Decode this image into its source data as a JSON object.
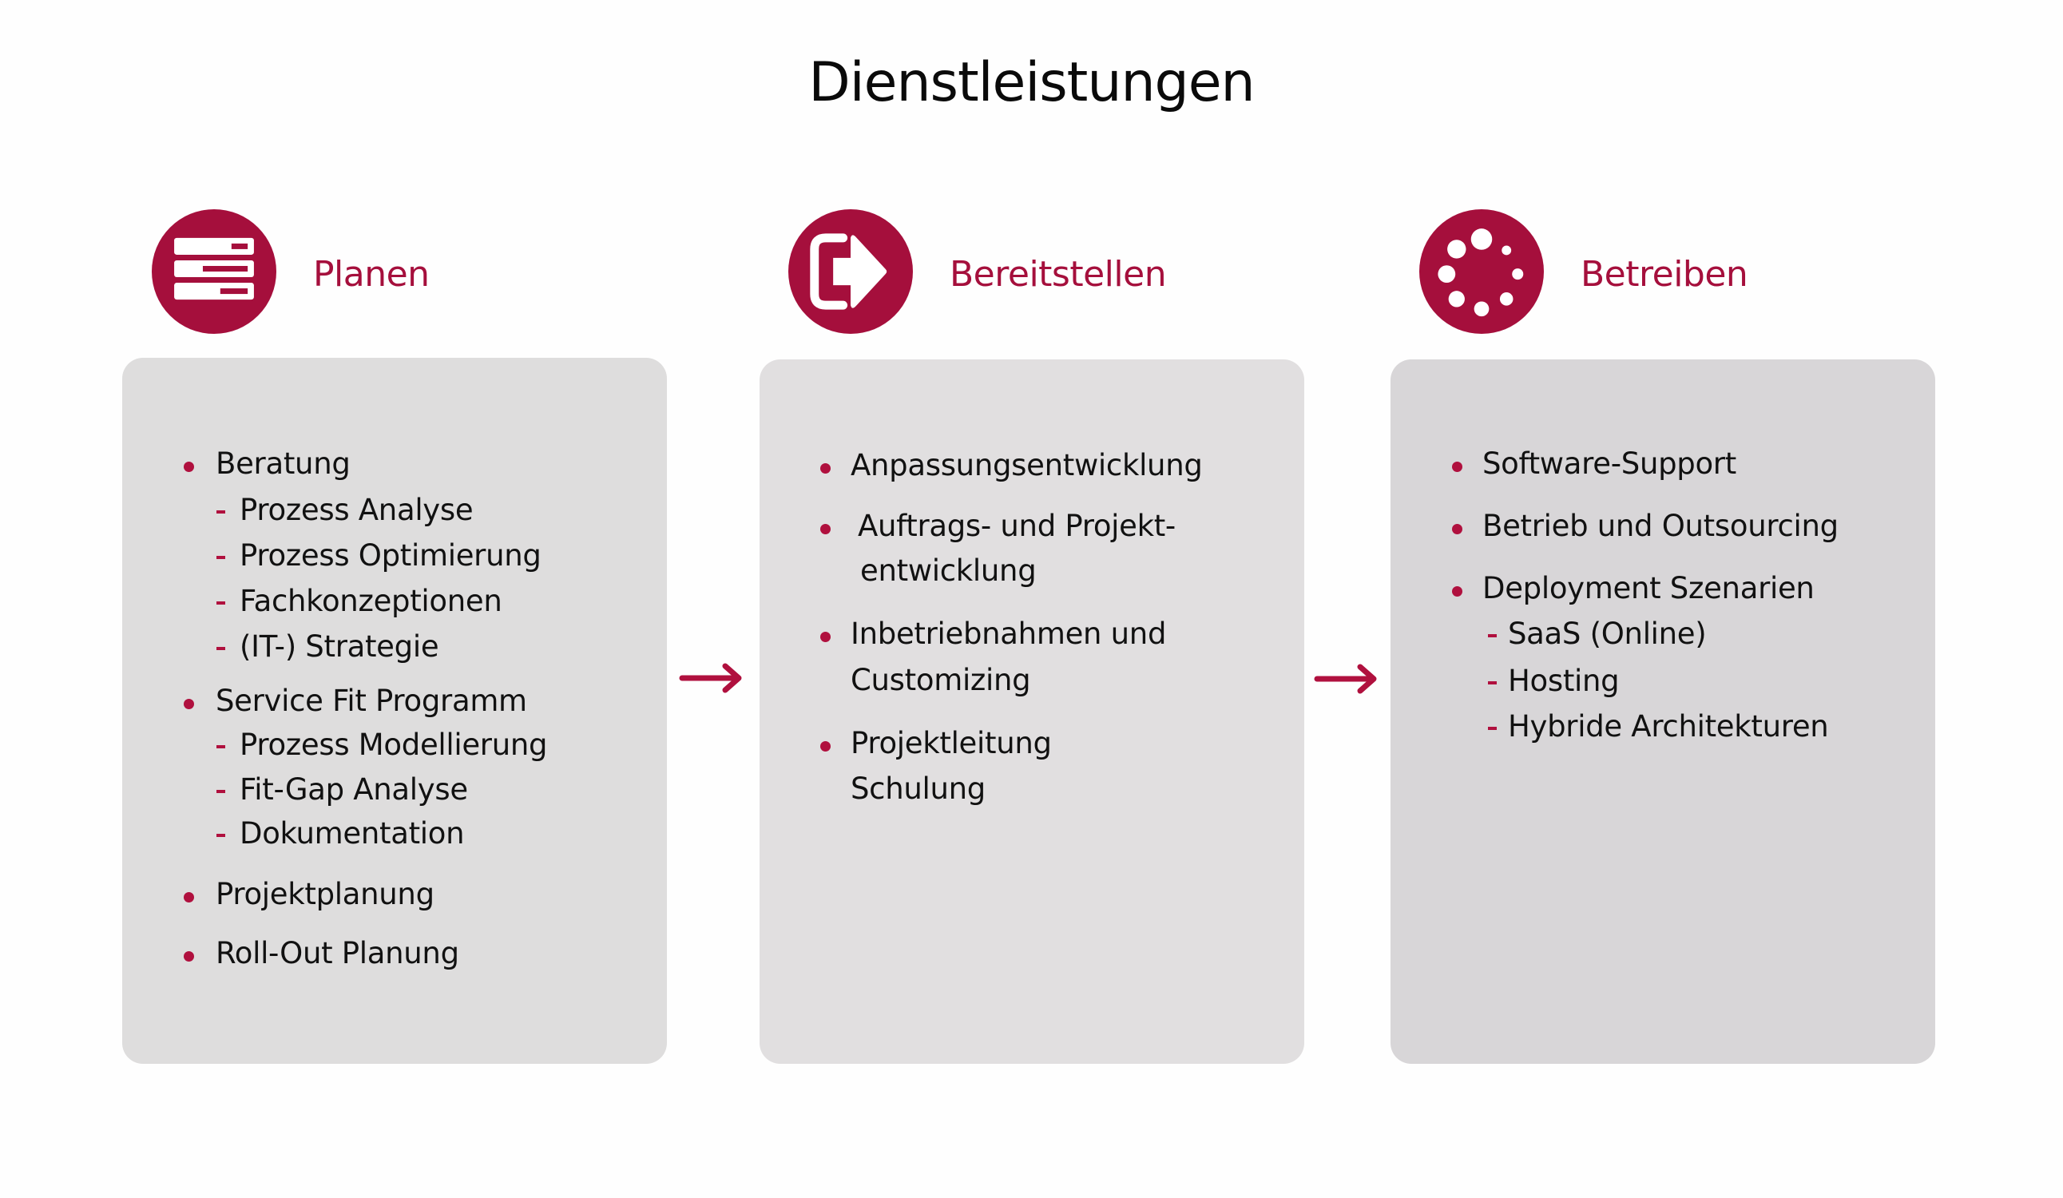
{
  "title": "Dienstleistungen",
  "colors": {
    "accent": "#a50f3c",
    "bullet": "#b0103e",
    "box_1": "#dedddd",
    "box_2": "#e1dfe0",
    "box_3": "#d8d6d8",
    "text": "#111111"
  },
  "stages": [
    {
      "label": "Planen",
      "icon": "server-stack-icon",
      "items": [
        {
          "text": "Beratung",
          "subitems": [
            "Prozess Analyse",
            "Prozess Optimierung",
            "Fachkonzeptionen",
            "(IT-) Strategie"
          ]
        },
        {
          "text": "Service Fit Programm",
          "subitems": [
            "Prozess Modellierung",
            "Fit-Gap Analyse",
            "Dokumentation"
          ]
        },
        {
          "text": "Projektplanung",
          "subitems": []
        },
        {
          "text": "Roll-Out Planung",
          "subitems": []
        }
      ]
    },
    {
      "label": "Bereitstellen",
      "icon": "export-arrow-icon",
      "items": [
        {
          "text": "Anpassungsentwicklung",
          "lines": [
            "Anpassungsentwicklung"
          ]
        },
        {
          "text": "Auftrags- und Projektentwicklung",
          "lines": [
            "Auftrags- und Projekt-",
            "entwicklung"
          ]
        },
        {
          "text": "Inbetriebnahmen und Customizing",
          "lines": [
            "Inbetriebnahmen und",
            "Customizing"
          ]
        },
        {
          "text": "Projektleitung Schulung",
          "lines": [
            "Projektleitung",
            "Schulung"
          ]
        }
      ]
    },
    {
      "label": "Betreiben",
      "icon": "loading-spinner-icon",
      "items": [
        {
          "text": "Software-Support",
          "subitems": []
        },
        {
          "text": "Betrieb und Outsourcing",
          "subitems": []
        },
        {
          "text": "Deployment Szenarien",
          "subitems": [
            "SaaS (Online)",
            "Hosting",
            "Hybride Architekturen"
          ]
        }
      ]
    }
  ],
  "connectors": [
    {
      "from": "Planen",
      "to": "Bereitstellen",
      "icon": "arrow-right-icon"
    },
    {
      "from": "Bereitstellen",
      "to": "Betreiben",
      "icon": "arrow-right-icon"
    }
  ]
}
